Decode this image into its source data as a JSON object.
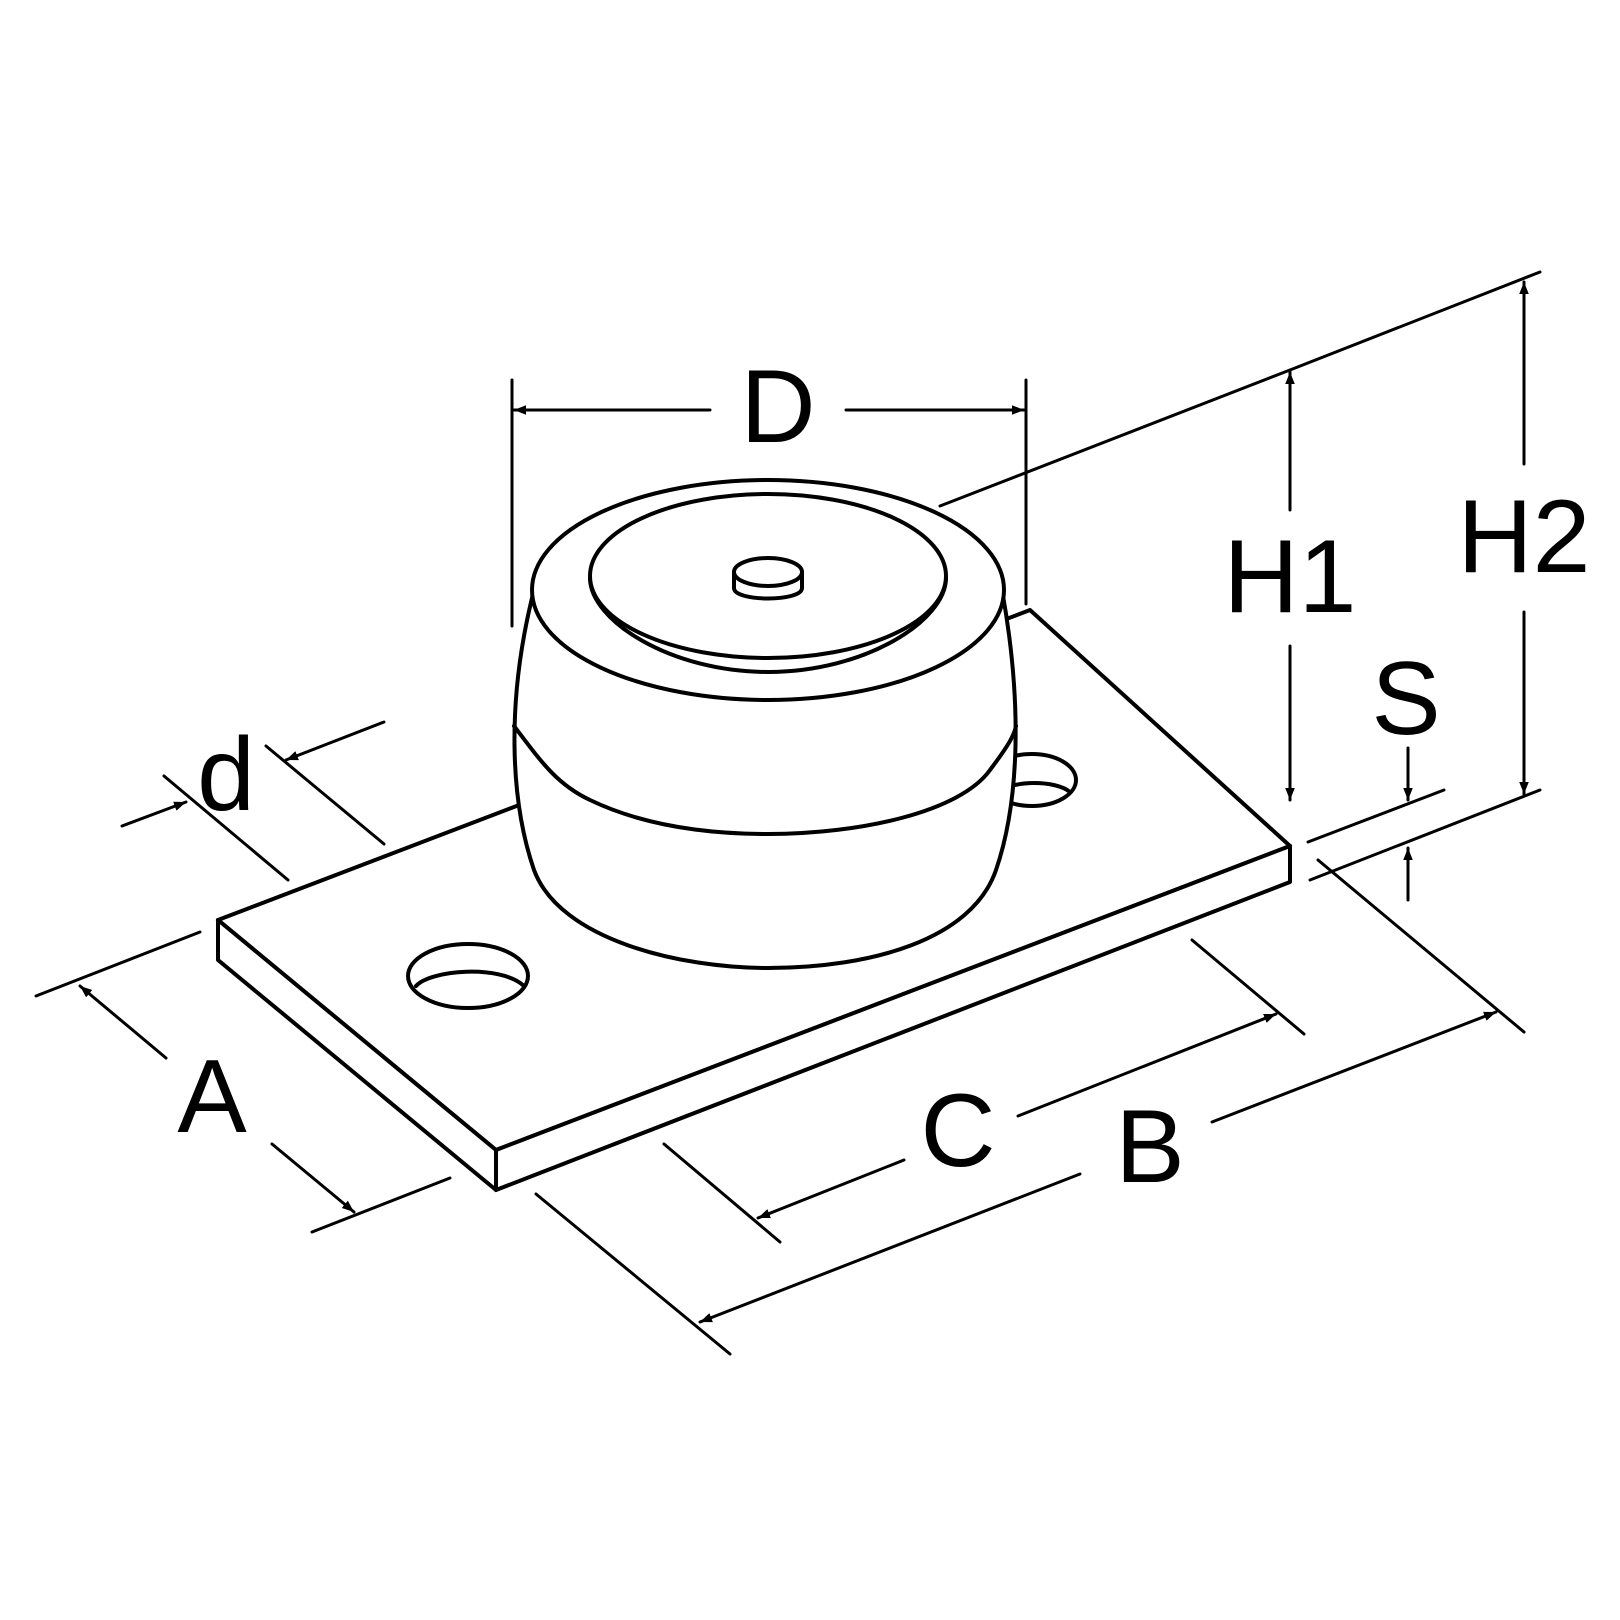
{
  "diagram": {
    "subject": "vibration-isolator-mount-with-base-plate",
    "stroke_color": "#000000",
    "background_color": "#ffffff",
    "labels": {
      "D": "D",
      "d": "d",
      "H1": "H1",
      "H2": "H2",
      "S": "S",
      "A": "A",
      "B": "B",
      "C": "C"
    }
  }
}
